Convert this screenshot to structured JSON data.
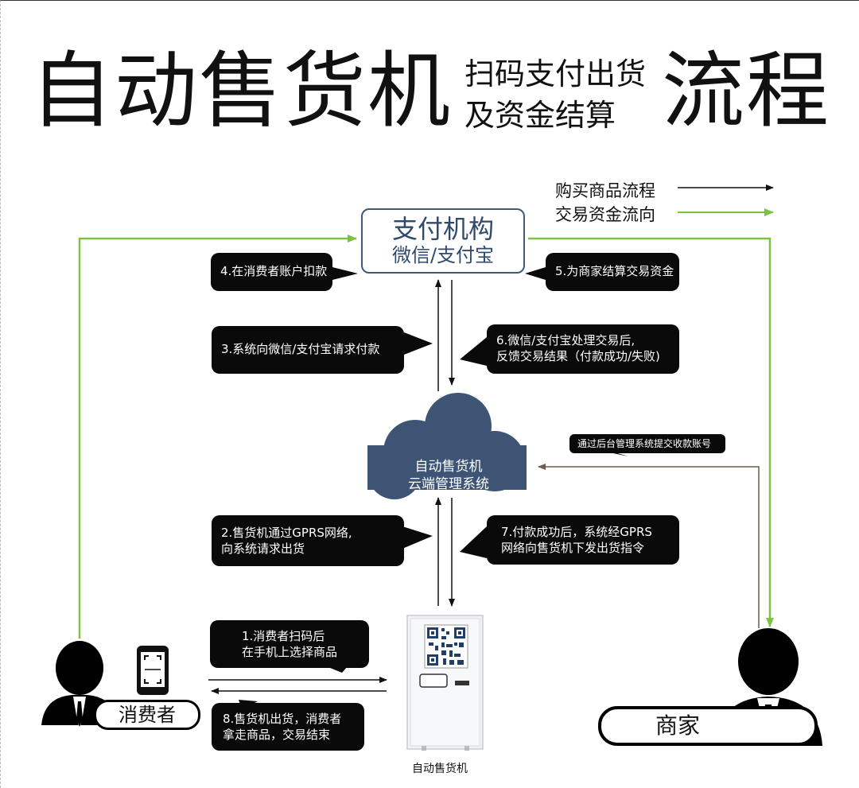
{
  "title": {
    "main_left": "自动售货机",
    "sub_line1": "扫码支付出货",
    "sub_line2": "及资金结算",
    "main_right": "流程"
  },
  "legend": {
    "purchase_flow": "购买商品流程",
    "fund_flow": "交易资金流向"
  },
  "colors": {
    "purchase_arrow": "#111111",
    "fund_arrow": "#7dc242",
    "account_arrow": "#6e5a4e",
    "box_border": "#3f5a7a",
    "cloud_fill": "#3d5474",
    "bubble_fill": "#0a0a0a"
  },
  "payment_institution": {
    "name": "支付机构",
    "channels": "微信/支付宝"
  },
  "cloud_system": {
    "line1": "自动售货机",
    "line2": "云端管理系统"
  },
  "steps": {
    "s1": [
      "1.消费者扫码后",
      "在手机上选择商品"
    ],
    "s2": [
      "2.售货机通过GPRS网络,",
      "向系统请求出货"
    ],
    "s3": [
      "3.系统向微信/支付宝请求付款"
    ],
    "s4": [
      "4.在消费者账户扣款"
    ],
    "s5": [
      "5.为商家结算交易资金"
    ],
    "s6": [
      "6.微信/支付宝处理交易后,",
      "反馈交易结果（付款成功/失败)"
    ],
    "s7": [
      "7.付款成功后，系统经GPRS",
      "网络向售货机下发出货指令"
    ],
    "s8": [
      "8.售货机出货，消费者",
      "拿走商品，交易结束"
    ]
  },
  "account_note": "通过后台管理系统提交收款账号",
  "consumer_label": "消费者",
  "merchant_label": "商家",
  "vending_machine_label": "自动售货机",
  "icons": {
    "phone": "smartphone-scan-icon",
    "person": "businessman-silhouette-icon",
    "qr": "qr-code-icon",
    "machine": "vending-machine-icon"
  }
}
